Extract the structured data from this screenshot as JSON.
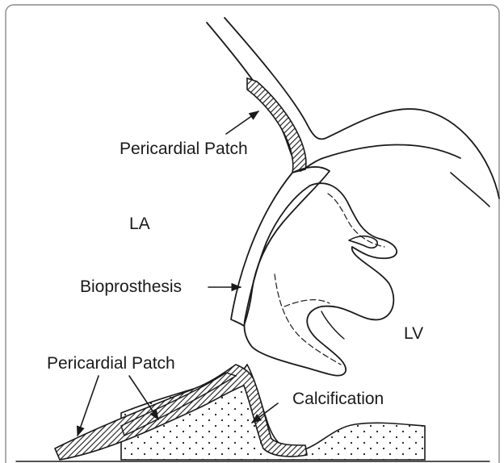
{
  "labels": {
    "pericardial_patch_top": "Pericardial Patch",
    "la": "LA",
    "bioprosthesis": "Bioprosthesis",
    "lv": "LV",
    "pericardial_patch_bottom": "Pericardial Patch",
    "calcification": "Calcification"
  },
  "colors": {
    "ink": "#1a1a1a",
    "background": "#ffffff",
    "frame": "#8a8a8a"
  }
}
